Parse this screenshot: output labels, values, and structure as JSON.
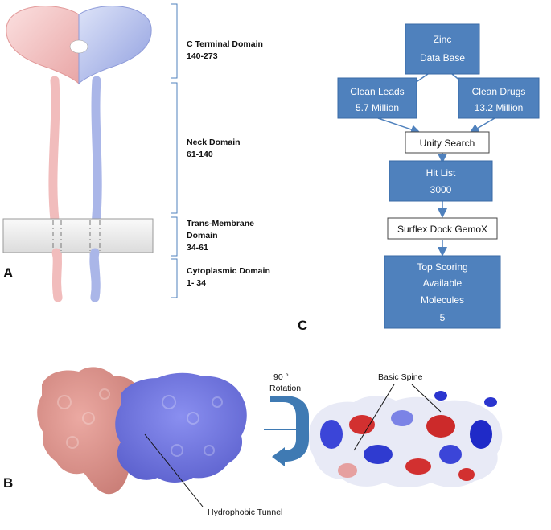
{
  "panel_a": {
    "letter": "A",
    "domains": [
      {
        "name": "C Terminal Domain",
        "range": "140-273"
      },
      {
        "name": "Neck Domain",
        "range": "61-140"
      },
      {
        "name": "Trans-Membrane",
        "name2": "Domain",
        "range": "34-61"
      },
      {
        "name": "Cytoplasmic  Domain",
        "range": "1- 34"
      }
    ],
    "colors": {
      "pink": "#f3c4c4",
      "blue": "#b8c3ec"
    }
  },
  "panel_b": {
    "letter": "B",
    "rotation_label_1": "90 °",
    "rotation_label_2": "Rotation",
    "basic_spine": "Basic Spine",
    "hydrophobic_tunnel": "Hydrophobic Tunnel",
    "colors": {
      "salmon": "#d88b84",
      "blue": "#6d72de",
      "arrow": "#3f7ab3"
    }
  },
  "panel_c": {
    "letter": "C",
    "zinc_1": "Zinc",
    "zinc_2": "Data Base",
    "leads_1": "Clean Leads",
    "leads_2": "5.7 Million",
    "drugs_1": "Clean Drugs",
    "drugs_2": "13.2 Million",
    "unity": "Unity Search",
    "hit_1": "Hit List",
    "hit_2": "3000",
    "surflex": "Surflex Dock GemoX",
    "top_1": "Top Scoring",
    "top_2": "Available",
    "top_3": "Molecules",
    "top_4": "5",
    "colors": {
      "box": "#4f81bd",
      "line": "#4f81bd"
    }
  }
}
